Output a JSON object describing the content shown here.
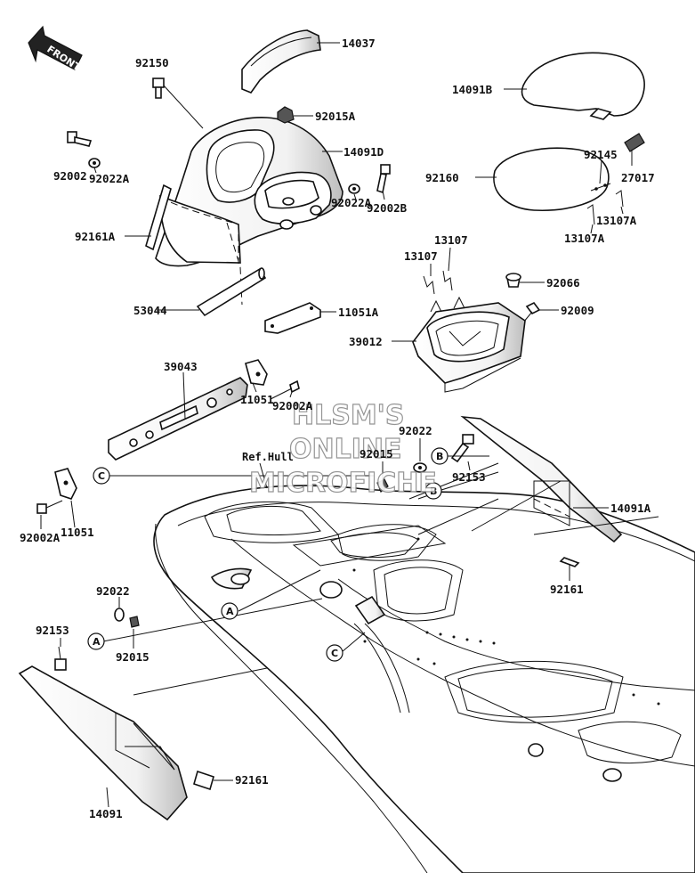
{
  "watermark": {
    "line1": "HLSM'S",
    "line2": "ONLINE",
    "line3": "MICROFICHE"
  },
  "front_arrow": {
    "text": "FRONT"
  },
  "reference": {
    "hull": "Ref.Hull"
  },
  "callouts": {
    "a": "A",
    "b": "B",
    "c": "C"
  },
  "parts": {
    "p14037": "14037",
    "p92150": "92150",
    "p92015A": "92015A",
    "p14091D": "14091D",
    "p92002": "92002",
    "p92022A_left": "92022A",
    "p92002B": "92002B",
    "p92022A_right": "92022A",
    "p92161A": "92161A",
    "p14091B": "14091B",
    "p92145": "92145",
    "p92160": "92160",
    "p27017": "27017",
    "p13107A_upper": "13107A",
    "p13107A_lower": "13107A",
    "p13107_top": "13107",
    "p13107": "13107",
    "p92066": "92066",
    "p92009": "92009",
    "p39012": "39012",
    "p53044": "53044",
    "p11051A": "11051A",
    "p39043": "39043",
    "p92002A_top": "92002A",
    "p11051_top": "11051",
    "p92022_top": "92022",
    "p92015_mid": "92015",
    "p92153_right": "92153",
    "p14091A": "14091A",
    "p92002A_bottom": "92002A",
    "p11051_bottom": "11051",
    "p92161_right": "92161",
    "p92022_bottom": "92022",
    "p92153_left": "92153",
    "p92015_bottom": "92015",
    "p92161_bottom": "92161",
    "p14091": "14091"
  }
}
